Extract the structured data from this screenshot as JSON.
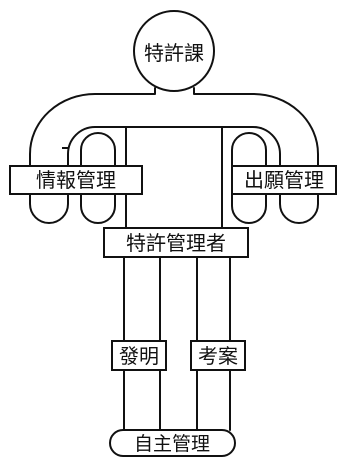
{
  "head": {
    "label": "特許課"
  },
  "left_arm": {
    "label": "情報管理"
  },
  "right_arm": {
    "label": "出願管理"
  },
  "torso": {
    "label": "特許管理者"
  },
  "left_leg": {
    "label": "發明"
  },
  "right_leg": {
    "label": "考案"
  },
  "feet": {
    "label": "自主管理"
  },
  "colors": {
    "ink": "#111111",
    "paper": "#ffffff"
  }
}
